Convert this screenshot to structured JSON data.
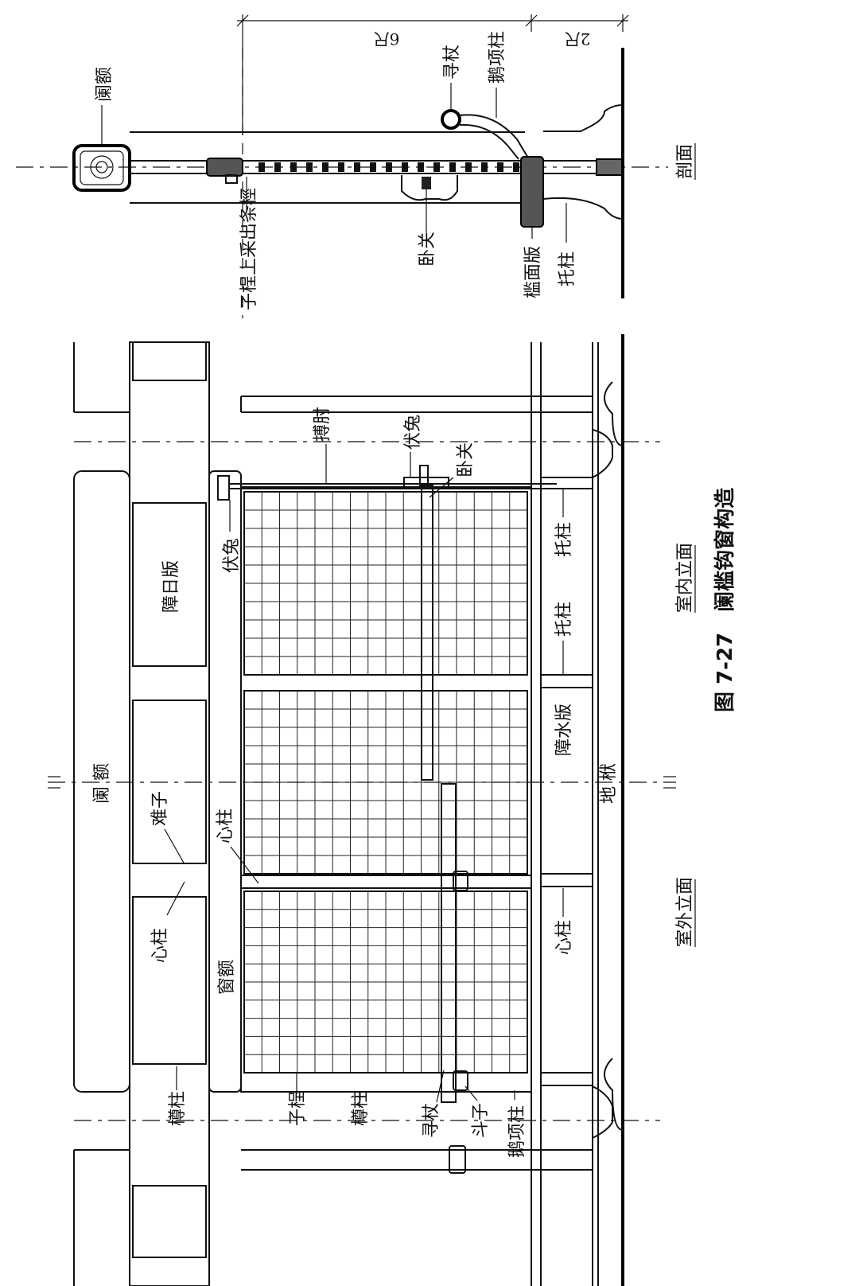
{
  "figure": {
    "caption": "图 7-27　阑槛钩窗构造",
    "views": {
      "section": "剖面",
      "interior": "室内立面",
      "exterior": "室外立面"
    },
    "dimensions": {
      "six_chi": "6尺",
      "two_chi": "2尺"
    },
    "section_labels": {
      "lane": "阑额",
      "xunzhang": "寻杖",
      "exiangzhu": "鹅项柱",
      "zicheng_strip": "子桯上采出条桱",
      "woguan": "卧关",
      "jianmianban": "槛面版",
      "tuozhu": "托柱"
    },
    "elevation_labels": {
      "lane": "阑  额",
      "difu": "地  栿",
      "zhangriban": "障日版",
      "nanzi": "难子",
      "xinzhu_panel": "心柱",
      "xinzhu_window": "心柱",
      "chuange": "窗额",
      "fuzhou": "搏肘",
      "futu_top": "伏兔",
      "futu_left": "伏兔",
      "woguan": "卧关",
      "tuozhu_1": "托柱",
      "tuozhu_2": "托柱",
      "zhangshuiban": "障水版",
      "xinzhu_lower": "心柱",
      "shuzhu_1": "樽柱",
      "zicheng": "子桯",
      "shuzhu_2": "樽柱",
      "xunzhang": "寻杖",
      "douzi": "斗子",
      "exiangzhu": "鹅项柱"
    }
  }
}
